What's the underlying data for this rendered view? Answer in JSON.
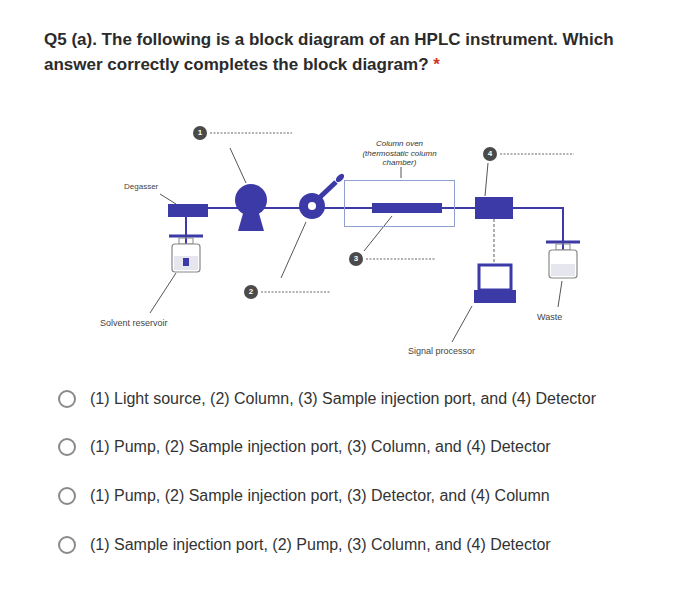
{
  "diagram": {
    "title": "Q5 (a). The following is a block diagram of an HPLC instrument. Which answer correctly completes the block diagram?",
    "nodes": [
      {
        "text": [
          "Column oven (thermostatic column chamber)"
        ]
      },
      {
        "text": [
          "1"
        ]
      },
      {
        "text": [
          "4"
        ]
      },
      {
        "text": [
          "3"
        ]
      },
      {
        "text": [
          "2"
        ]
      }
    ],
    "labels": [
      "*",
      "Degasser",
      "Solvent reservoir",
      "Waste",
      "Signal processor",
      "(1) Light source, (2) Column, (3) Sample injection port, and (4) Detector",
      "(1) Pump, (2) Sample injection port, (3) Column, and (4) Detector",
      "(1) Pump, (2) Sample injection port, (3) Detector, and (4) Column",
      "(1) Sample injection port, (2) Pump, (3) Column, and (4) Detector"
    ]
  }
}
